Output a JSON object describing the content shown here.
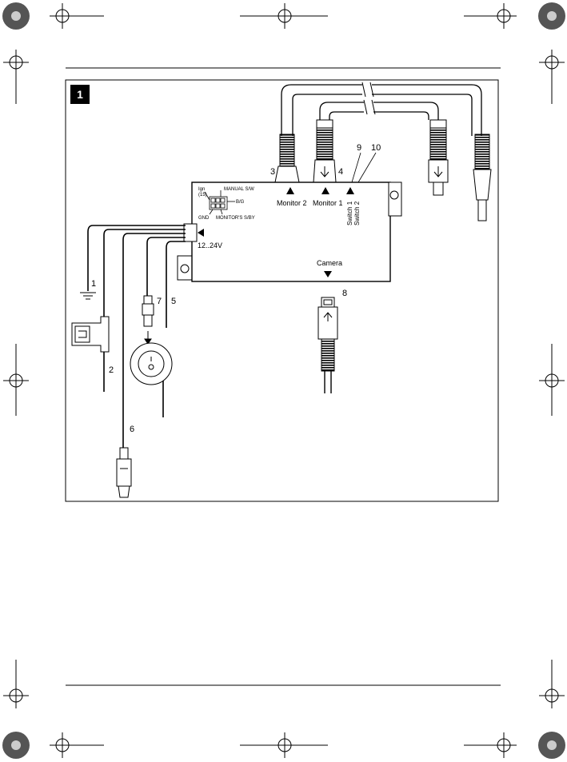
{
  "figure": {
    "number": "1"
  },
  "callouts": {
    "n1": "1",
    "n2": "2",
    "n3": "3",
    "n4": "4",
    "n5": "5",
    "n6": "6",
    "n7": "7",
    "n8": "8",
    "n9": "9",
    "n10": "10"
  },
  "box": {
    "monitor2": "Monitor 2",
    "monitor1": "Monitor 1",
    "switch1": "Switch 1",
    "switch2": "Switch 2",
    "camera": "Camera",
    "voltage": "12..24V"
  },
  "connector": {
    "ign": "Ign",
    "ign15": "(15)",
    "manual": "MANUAL S/W",
    "bg": "B/G",
    "gnd": "GND",
    "monitor_sby": "MONITOR'S S/BY"
  }
}
